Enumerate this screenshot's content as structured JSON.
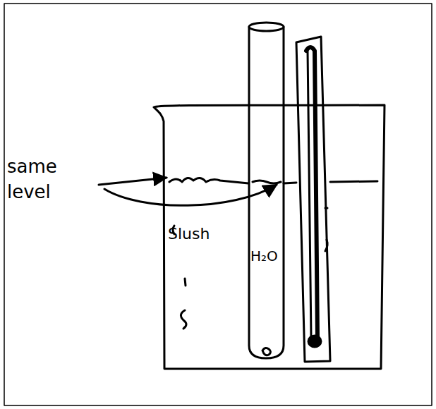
{
  "diagram": {
    "labels": [
      "same level",
      "Slush",
      "H₂O"
    ]
  }
}
